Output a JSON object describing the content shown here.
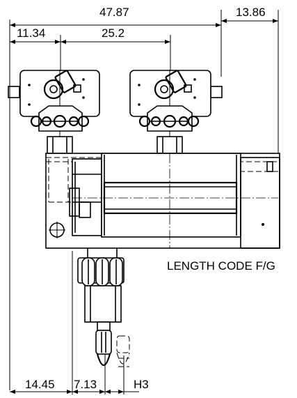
{
  "dimensions": {
    "overall_width": "47.87",
    "right_offset": "13.86",
    "left_offset": "11.34",
    "trolley_spacing": "25.2",
    "bottom_left": "14.45",
    "bottom_mid": "7.13",
    "bottom_right": "H3"
  },
  "length_code_label": "LENGTH CODE F/G"
}
